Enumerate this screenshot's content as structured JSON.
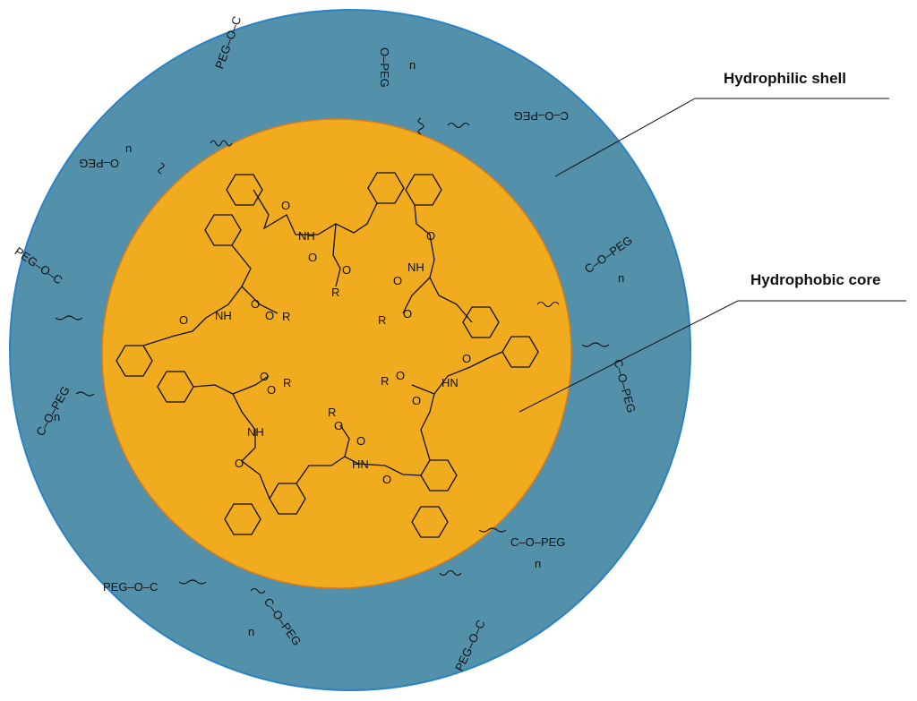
{
  "labels": {
    "shell": "Hydrophilic shell",
    "core": "Hydrophobic core"
  },
  "chem": {
    "peg": "PEG",
    "o": "O",
    "c": "C",
    "nh": "NH",
    "hn": "HN",
    "r": "R",
    "n": "n",
    "peg_o": "PEG–O",
    "o_peg": "O–PEG",
    "peg_o_c": "PEG–O–C",
    "c_o_peg": "C–O–PEG"
  },
  "colors": {
    "shell": "#5390a9",
    "shell_edge": "#2a82c6",
    "core": "#f0ab1f",
    "core_edge": "#e07b16"
  }
}
